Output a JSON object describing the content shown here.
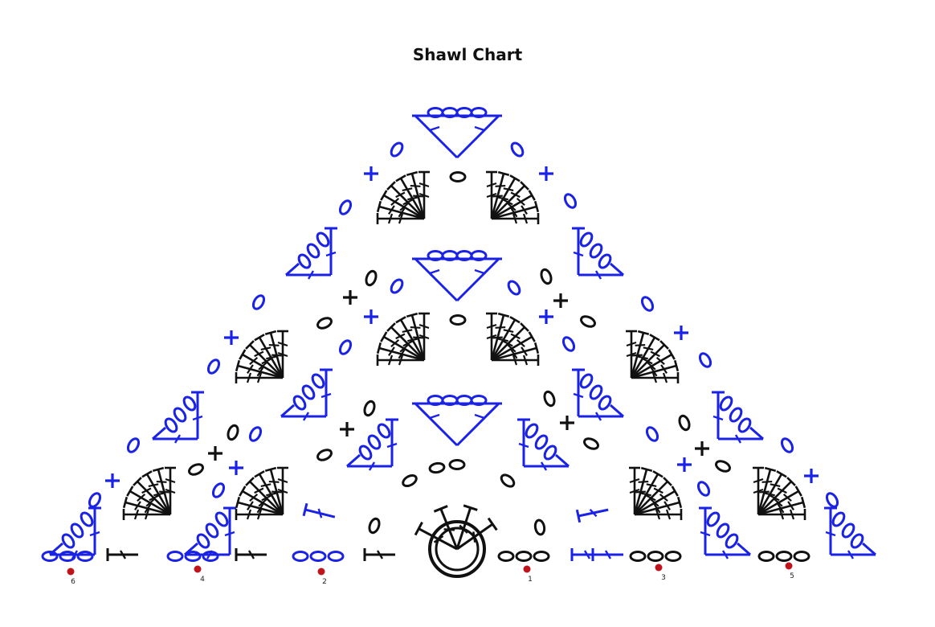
{
  "title": "Shawl Chart",
  "colors": {
    "blue": "#1a22e6",
    "black": "#111111",
    "marker": "#c0141c"
  },
  "row_markers": [
    {
      "label": "6"
    },
    {
      "label": "4"
    },
    {
      "label": "2"
    },
    {
      "label": "1"
    },
    {
      "label": "3"
    },
    {
      "label": "5"
    }
  ],
  "symbols": {
    "chain": "chain-oval",
    "single_crochet": "plus-sign",
    "double_crochet": "barred-post",
    "magic_ring": "double-circle"
  }
}
